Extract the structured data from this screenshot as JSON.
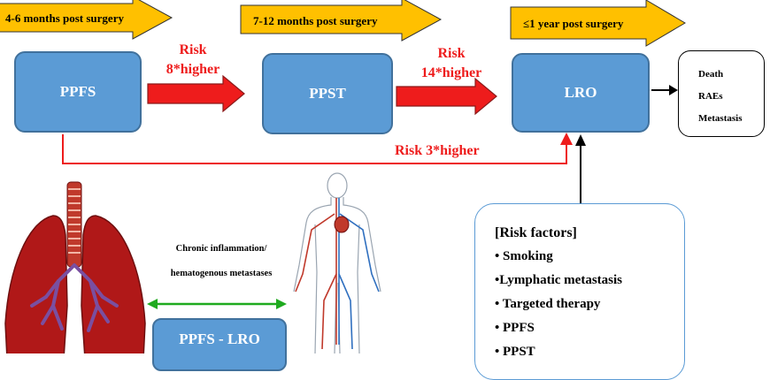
{
  "timeline": {
    "banner_1": "4-6 months post surgery",
    "banner_2": "7-12 months post surgery",
    "banner_3": "≤1 year post surgery"
  },
  "stages": {
    "ppfs": "PPFS",
    "ppst": "PPST",
    "lro": "LRO"
  },
  "risks": {
    "risk_word_1": "Risk",
    "risk_mult_1": "8*higher",
    "risk_word_2": "Risk",
    "risk_mult_2": "14*higher",
    "risk_direct": "Risk 3*higher"
  },
  "outcomes": [
    "Death",
    "RAEs",
    "Metastasis"
  ],
  "risk_factors": {
    "title": "[Risk factors]",
    "items": [
      "• Smoking",
      "•Lymphatic metastasis",
      "• Targeted therapy",
      "• PPFS",
      "• PPST"
    ]
  },
  "mechanism": {
    "line_1": "Chronic inflammation/",
    "line_2": "hematogenous metastases"
  },
  "correlation_box": "PPFS - LRO",
  "colors": {
    "stage_fill": "#5b9bd5",
    "banner_fill": "#ffc000",
    "risk_red": "#ee1c1c",
    "mechanism_arrow": "#1faa1f",
    "lung_red": "#b01818",
    "bronchi_purple": "#7a4fa0"
  }
}
